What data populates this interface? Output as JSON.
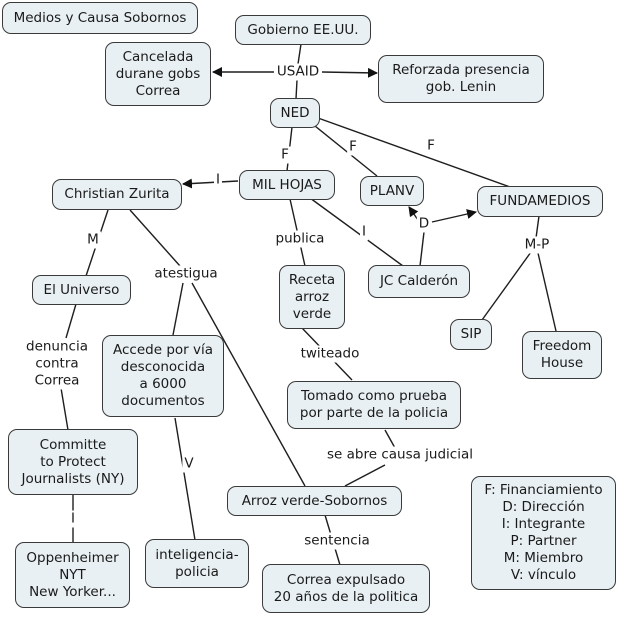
{
  "diagram": {
    "title": "Medios y Causa Sobornos",
    "nodes": {
      "title": "Medios y Causa Sobornos",
      "gobierno": "Gobierno EE.UU.",
      "cancelada": "Cancelada\ndurane gobs\nCorrea",
      "reforzada": "Reforzada presencia\ngob. Lenin",
      "ned": "NED",
      "milhojas": "MIL HOJAS",
      "zurita": "Christian Zurita",
      "planv": "PLANV",
      "fundamedios": "FUNDAMEDIOS",
      "universo": "El Universo",
      "receta": "Receta\narroz\nverde",
      "calderon": "JC Calderón",
      "sip": "SIP",
      "freedom": "Freedom\nHouse",
      "accede": "Accede por vía\ndesconocida\na 6000\ndocumentos",
      "tomado": "Tomado como prueba\npor parte de la policia",
      "cpj": "Committe\nto Protect\nJournalists (NY)",
      "arroz": "Arroz verde-Sobornos",
      "oppenheimer": "Oppenheimer\nNYT\nNew Yorker...",
      "inteligencia": "inteligencia-\npolicia",
      "correa": "Correa expulsado\n20 años de la politica",
      "legend": "F: Financiamiento\nD: Dirección\nI: Integrante\nP: Partner\nM: Miembro\nV: vínculo"
    },
    "links": {
      "usaid": "USAID",
      "f_ned_milhojas": "F",
      "f_ned_planv": "F",
      "f_ned_fundamedios": "F",
      "i_milhojas_zurita": "I",
      "i_milhojas_calderon": "I",
      "publica": "publica",
      "d_calderon": "D",
      "mp": "M-P",
      "m_zurita": "M",
      "atestigua": "atestigua",
      "denuncia": "denuncia\ncontra\nCorrea",
      "twiteado": "twiteado",
      "v_accede": "V",
      "se_abre": "se abre causa judicial",
      "i_cpj": "I",
      "sentencia": "sentencia"
    }
  },
  "colors": {
    "node_fill": "#e8f0f3",
    "node_border": "#3a3a3a",
    "line": "#1e1e1e"
  }
}
